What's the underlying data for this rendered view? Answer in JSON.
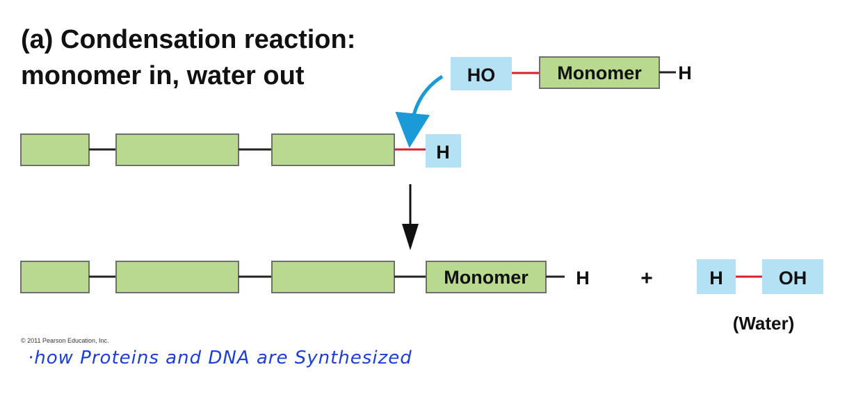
{
  "title": {
    "line1": "(a) Condensation reaction:",
    "line2": "monomer in, water out"
  },
  "colors": {
    "monomer_fill": "#b9d98e",
    "monomer_stroke": "#6e6e6e",
    "group_box": "#b5e1f5",
    "bond_black": "#222222",
    "bond_new": "#d9202a",
    "arrow_blue": "#1a9ad6",
    "handwriting": "#1a3fd6"
  },
  "incoming": {
    "ho": "HO",
    "monomer": "Monomer",
    "h": "H"
  },
  "chain_before": {
    "h": "H"
  },
  "chain_after": {
    "monomer": "Monomer",
    "h": "H"
  },
  "plus": "+",
  "water": {
    "h": "H",
    "oh": "OH",
    "label": "(Water)"
  },
  "copyright": "© 2011 Pearson Education, Inc.",
  "handwritten_note": "·how Proteins and DNA are Synthesized"
}
